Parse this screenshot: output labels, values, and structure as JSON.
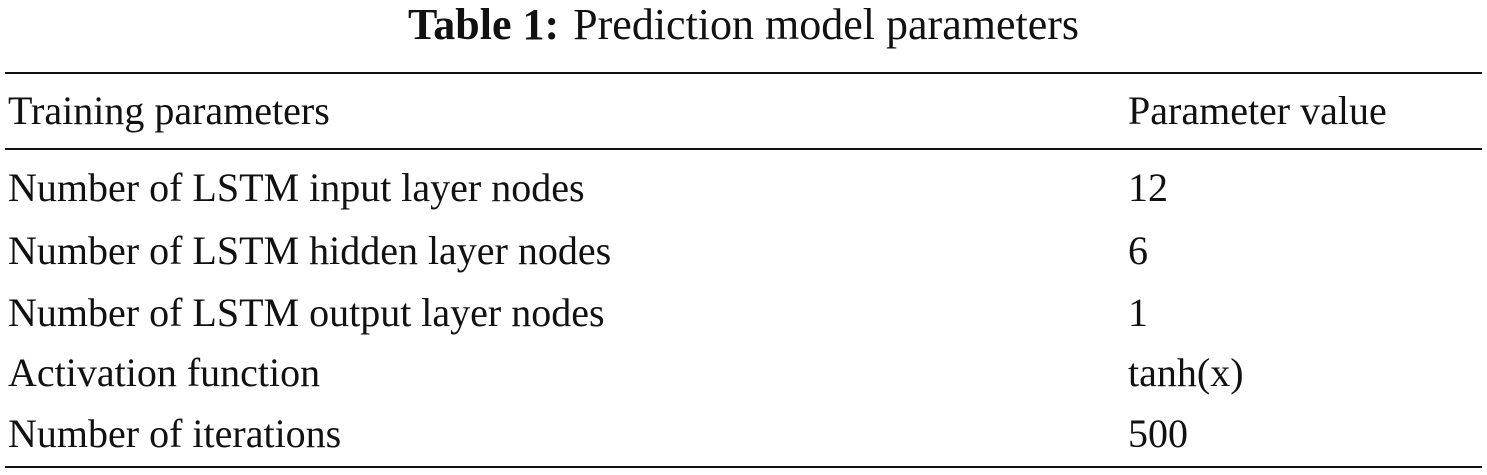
{
  "caption": {
    "label": "Table 1:",
    "title": "Prediction model parameters"
  },
  "table": {
    "headers": [
      "Training parameters",
      "Parameter value"
    ],
    "rows": [
      [
        "Number of LSTM input layer nodes",
        "12"
      ],
      [
        "Number of LSTM hidden layer nodes",
        "6"
      ],
      [
        "Number of LSTM output layer nodes",
        "1"
      ],
      [
        "Activation function",
        "tanh(x)"
      ],
      [
        "Number of iterations",
        "500"
      ]
    ]
  }
}
